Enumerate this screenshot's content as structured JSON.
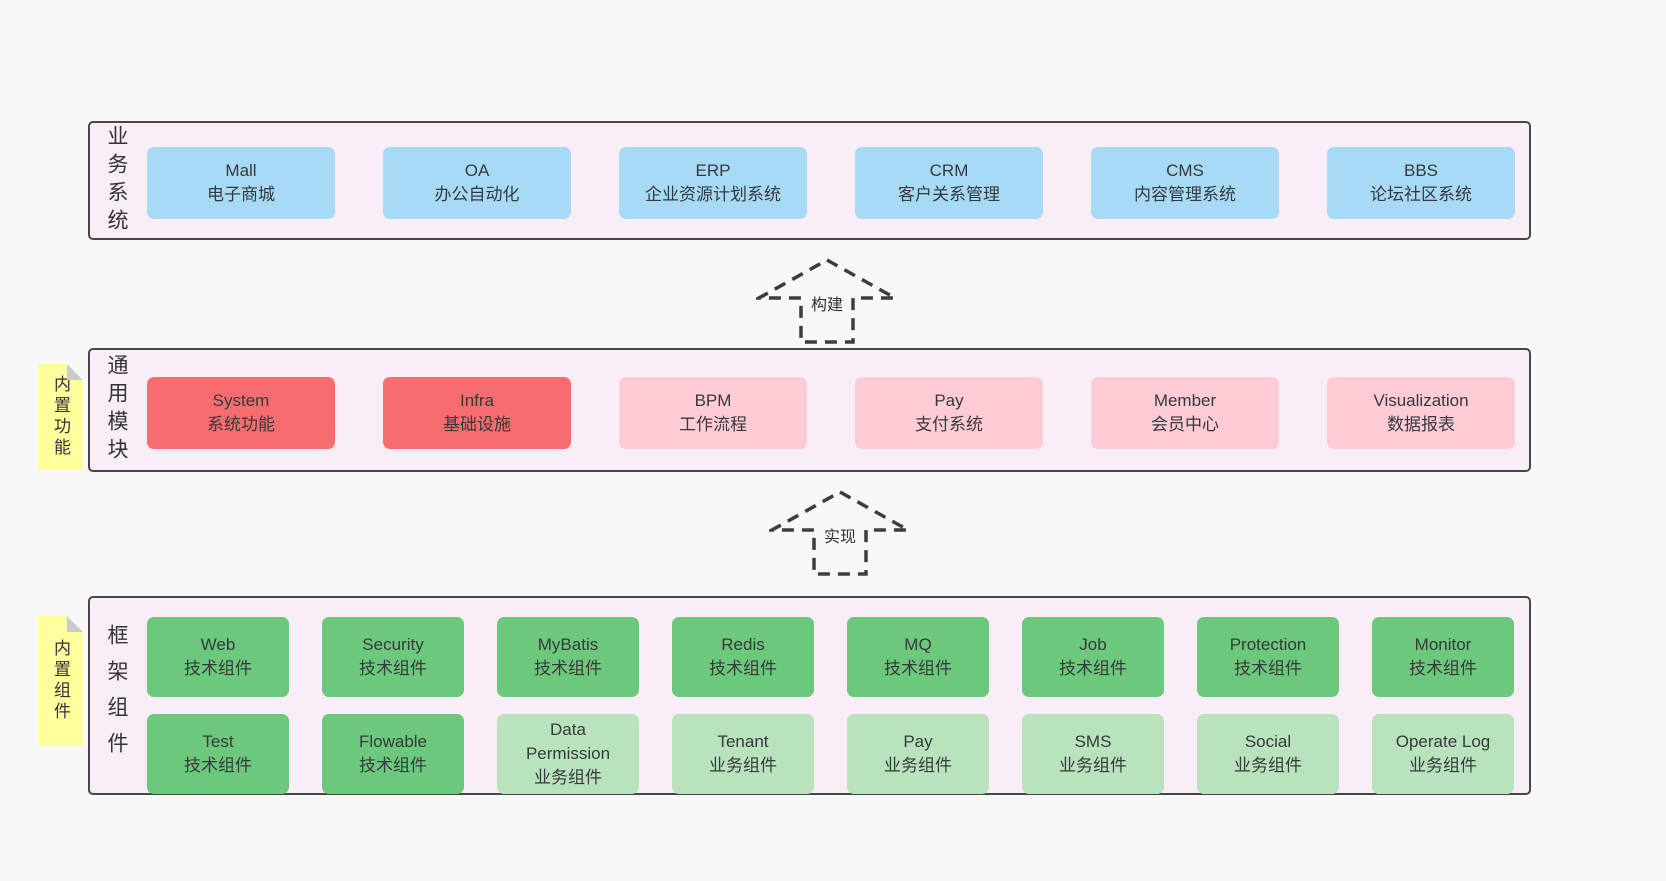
{
  "colors": {
    "page_bg": "#f8f8f8",
    "layer_bg": "#f9edf7",
    "layer_border": "#474747",
    "box_blue": "#a7daf5",
    "box_red": "#f76d6f",
    "box_pink": "#ffccd6",
    "box_green": "#6cc97c",
    "box_light_green": "#b9e3bd",
    "note_yellow": "#feff9d",
    "note_fold_gray": "#cbcbcb",
    "text": "#36393d"
  },
  "arrows": [
    {
      "label": "构建"
    },
    {
      "label": "实现"
    }
  ],
  "layers": [
    {
      "label": "业务系统",
      "boxes": [
        {
          "name": "Mall",
          "sub": "电子商城",
          "variant": "blue"
        },
        {
          "name": "OA",
          "sub": "办公自动化",
          "variant": "blue"
        },
        {
          "name": "ERP",
          "sub": "企业资源计划系统",
          "variant": "blue"
        },
        {
          "name": "CRM",
          "sub": "客户关系管理",
          "variant": "blue"
        },
        {
          "name": "CMS",
          "sub": "内容管理系统",
          "variant": "blue"
        },
        {
          "name": "BBS",
          "sub": "论坛社区系统",
          "variant": "blue"
        }
      ]
    },
    {
      "label": "通用模块",
      "note": "内置功能",
      "boxes": [
        {
          "name": "System",
          "sub": "系统功能",
          "variant": "red"
        },
        {
          "name": "Infra",
          "sub": "基础设施",
          "variant": "red"
        },
        {
          "name": "BPM",
          "sub": "工作流程",
          "variant": "pink"
        },
        {
          "name": "Pay",
          "sub": "支付系统",
          "variant": "pink"
        },
        {
          "name": "Member",
          "sub": "会员中心",
          "variant": "pink"
        },
        {
          "name": "Visualization",
          "sub": "数据报表",
          "variant": "pink"
        }
      ]
    },
    {
      "label": "框架组件",
      "note": "内置组件",
      "rows": [
        [
          {
            "name": "Web",
            "sub": "技术组件",
            "variant": "green"
          },
          {
            "name": "Security",
            "sub": "技术组件",
            "variant": "green"
          },
          {
            "name": "MyBatis",
            "sub": "技术组件",
            "variant": "green"
          },
          {
            "name": "Redis",
            "sub": "技术组件",
            "variant": "green"
          },
          {
            "name": "MQ",
            "sub": "技术组件",
            "variant": "green"
          },
          {
            "name": "Job",
            "sub": "技术组件",
            "variant": "green"
          },
          {
            "name": "Protection",
            "sub": "技术组件",
            "variant": "green"
          },
          {
            "name": "Monitor",
            "sub": "技术组件",
            "variant": "green"
          }
        ],
        [
          {
            "name": "Test",
            "sub": "技术组件",
            "variant": "green"
          },
          {
            "name": "Flowable",
            "sub": "技术组件",
            "variant": "green"
          },
          {
            "name": "Data Permission",
            "sub": "业务组件",
            "variant": "lightgreen"
          },
          {
            "name": "Tenant",
            "sub": "业务组件",
            "variant": "lightgreen"
          },
          {
            "name": "Pay",
            "sub": "业务组件",
            "variant": "lightgreen"
          },
          {
            "name": "SMS",
            "sub": "业务组件",
            "variant": "lightgreen"
          },
          {
            "name": "Social",
            "sub": "业务组件",
            "variant": "lightgreen"
          },
          {
            "name": "Operate Log",
            "sub": "业务组件",
            "variant": "lightgreen"
          }
        ]
      ]
    }
  ]
}
